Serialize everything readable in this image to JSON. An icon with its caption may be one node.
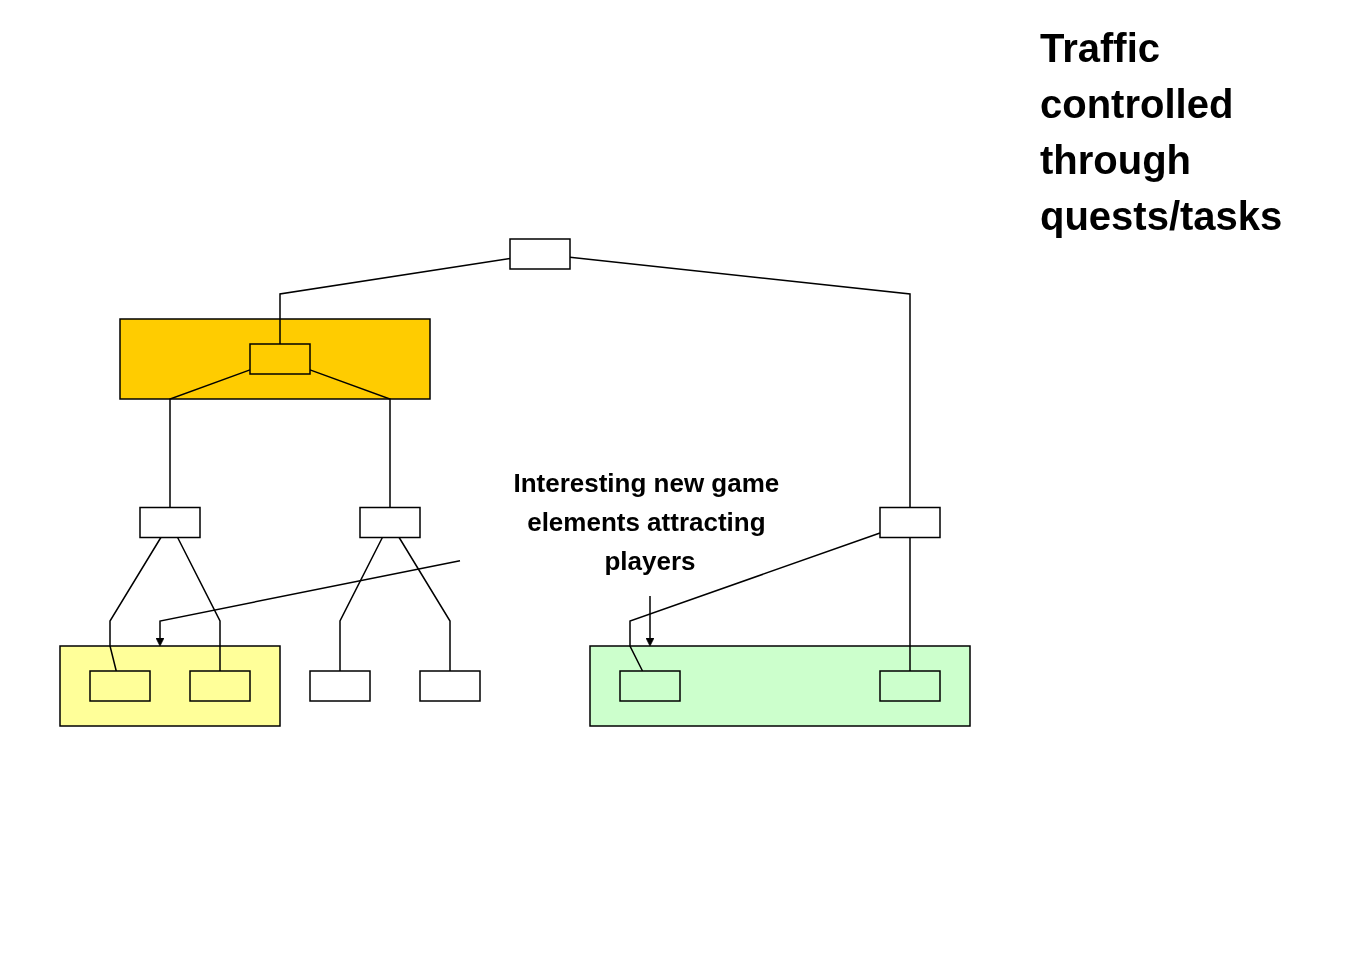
{
  "diagram": {
    "nodes": [
      {
        "text": [],
        "shape": "box"
      },
      {
        "text": [],
        "shape": "box"
      },
      {
        "text": [],
        "shape": "box"
      },
      {
        "text": [],
        "shape": "box",
        "in": 2
      },
      {
        "text": [],
        "shape": "box"
      },
      {
        "text": [],
        "shape": "box",
        "in": 4
      },
      {
        "text": [],
        "shape": "box",
        "in": 4
      },
      {
        "text": [],
        "shape": "box"
      },
      {
        "text": [],
        "shape": "box"
      },
      {
        "text": [],
        "shape": "box"
      },
      {
        "text": [],
        "shape": "box"
      },
      {
        "text": [],
        "shape": "box"
      },
      {
        "text": [],
        "shape": "box",
        "in": 11
      },
      {
        "text": [],
        "shape": "box",
        "in": 11
      },
      {
        "text": [
          "Interesting new game elements attracting players"
        ]
      }
    ],
    "edges": [
      {
        "from": 0,
        "to": 1,
        "arrow": "none"
      },
      {
        "from": 0,
        "to": 3,
        "arrow": "none"
      },
      {
        "from": 1,
        "to": 5,
        "arrow": "none"
      },
      {
        "from": 1,
        "to": 6,
        "arrow": "none"
      },
      {
        "from": 3,
        "to": 7,
        "arrow": "none"
      },
      {
        "from": 3,
        "to": 8,
        "arrow": "none"
      },
      {
        "from": 7,
        "to": 9,
        "arrow": "none"
      },
      {
        "from": 7,
        "to": 10,
        "arrow": "none"
      },
      {
        "from": 8,
        "to": 12,
        "arrow": "none"
      },
      {
        "from": 8,
        "to": 13,
        "arrow": "none"
      },
      {
        "from": 14,
        "to": 4,
        "arrow": "to"
      },
      {
        "from": 14,
        "to": 11,
        "arrow": "to"
      }
    ],
    "labels": [
      "Traffic controlled through quests/tasks"
    ]
  }
}
